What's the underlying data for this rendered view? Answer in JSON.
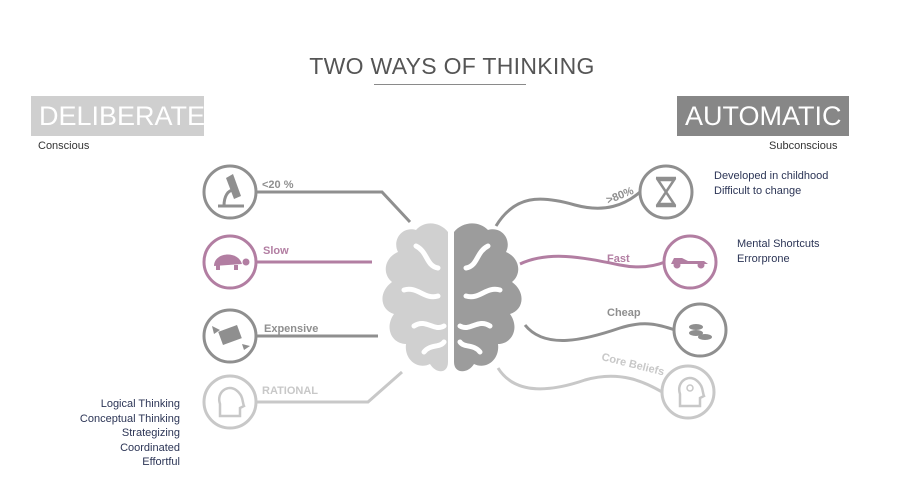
{
  "title": "TWO WAYS OF THINKING",
  "left": {
    "heading": "DELIBERATE",
    "subheading": "Conscious",
    "items": [
      {
        "label": "<20 %",
        "icon": "microscope-icon",
        "color": "#8f8f8f"
      },
      {
        "label": "Slow",
        "icon": "turtle-icon",
        "color": "#b27ea2"
      },
      {
        "label": "Expensive",
        "icon": "flying-money-icon",
        "color": "#8f8f8f"
      },
      {
        "label": "RATIONAL",
        "icon": "head-brain-icon",
        "color": "#c8c8c8"
      }
    ],
    "traits": [
      "Logical Thinking",
      "Conceptual Thinking",
      "Strategizing",
      "Coordinated",
      "Effortful"
    ]
  },
  "right": {
    "heading": "AUTOMATIC",
    "subheading": "Subconscious",
    "items": [
      {
        "label": ">80%",
        "icon": "hourglass-icon",
        "color": "#8f8f8f"
      },
      {
        "label": "Fast",
        "icon": "race-car-icon",
        "color": "#b27ea2"
      },
      {
        "label": "Cheap",
        "icon": "coins-icon",
        "color": "#8f8f8f"
      },
      {
        "label": "Core Beliefs",
        "icon": "head-lightbulb-icon",
        "color": "#c8c8c8"
      }
    ],
    "descriptions": [
      {
        "lines": [
          "Developed in childhood",
          "Difficult to change"
        ]
      },
      {
        "lines": [
          "Mental Shortcuts",
          "Errorprone"
        ]
      }
    ]
  },
  "center": {
    "icon": "brain-icon",
    "left_color": "#d0d0d0",
    "right_color": "#9c9c9c"
  }
}
